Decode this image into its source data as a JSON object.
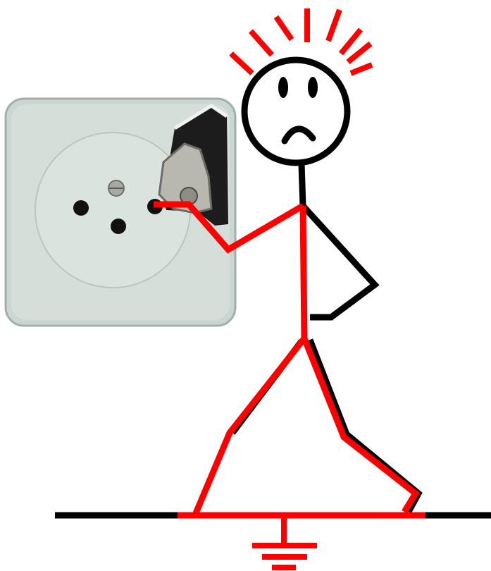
{
  "scene": {
    "figure": "stick-figure",
    "expression": "frown",
    "hazard": "electric-shock",
    "current_path": "hand-to-feet",
    "ground": "earth-symbol"
  },
  "colors": {
    "background": "#ffffff",
    "figure_line": "#000000",
    "current_path": "#ff0000",
    "outlet_face": "#cbd6d2",
    "outlet_edge": "#9fb0aa",
    "outlet_shadow": "#7f8f8a",
    "outlet_hole": "#111111",
    "metal_contact": "#b8b8b0"
  },
  "icons": {
    "outlet": "broken-power-outlet-icon",
    "ground": "ground-symbol-icon",
    "shock_lines": "electric-shock-lines-icon"
  }
}
